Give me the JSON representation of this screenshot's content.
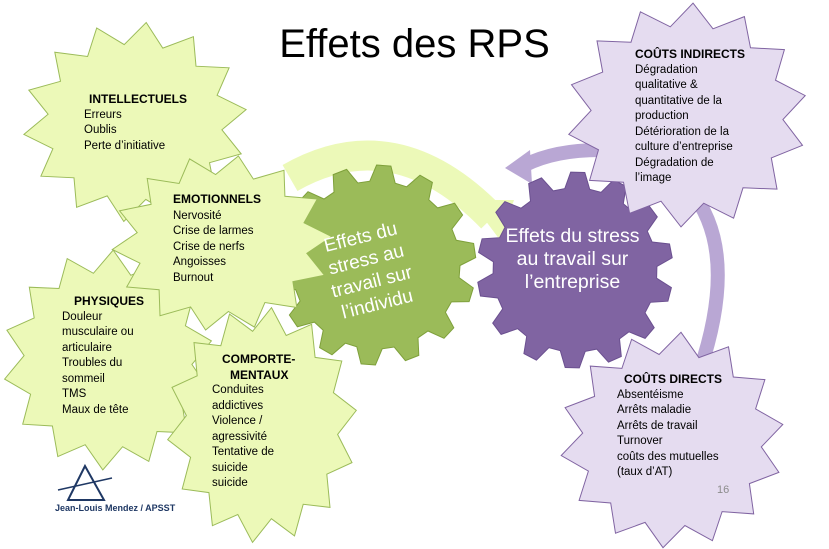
{
  "title": "Effets des RPS",
  "colors": {
    "green_fill": "#ecf9b8",
    "green_stroke": "#9bbb59",
    "green_gear": "#9bbb59",
    "purple_fill": "#e5dcf0",
    "purple_stroke": "#8064a2",
    "purple_gear": "#8064a2",
    "logo": "#1f3864"
  },
  "gears": {
    "individu": "Effets du stress au travail sur l’individu",
    "entreprise": "Effets du stress au travail sur l’entreprise"
  },
  "intellectuels": {
    "title": "INTELLECTUELS",
    "items": [
      "Erreurs",
      "Oublis",
      "Perte d’initiative"
    ]
  },
  "emotionnels": {
    "title": "EMOTIONNELS",
    "items": [
      "Nervosité",
      "Crise de larmes",
      "Crise de nerfs",
      "Angoisses",
      "Burnout"
    ]
  },
  "physiques": {
    "title": "PHYSIQUES",
    "items": [
      "Douleur",
      "musculaire ou",
      "articulaire",
      "Troubles du",
      "sommeil",
      "TMS",
      "Maux de tête"
    ]
  },
  "comportementaux": {
    "title_line1": "COMPORTE-",
    "title_line2": "MENTAUX",
    "items": [
      "Conduites",
      "addictives",
      "Violence /",
      "agressivité",
      "Tentative de",
      "suicide",
      "suicide"
    ]
  },
  "couts_indirects": {
    "title": "COÛTS INDIRECTS",
    "items": [
      "Dégradation",
      "qualitative &",
      "quantitative de la",
      "production",
      "Détérioration de la",
      "culture d’entreprise",
      "Dégradation de",
      "l’image"
    ]
  },
  "couts_directs": {
    "title": "COÛTS DIRECTS",
    "items": [
      "Absentéisme",
      "Arrêts maladie",
      "Arrêts de travail",
      "Turnover",
      "coûts des  mutuelles",
      "(taux d’AT)"
    ]
  },
  "footer": {
    "author": "Jean-Louis Mendez  / APSST",
    "slide_number": "16",
    "logo_icon": "triangle-logo-icon"
  }
}
